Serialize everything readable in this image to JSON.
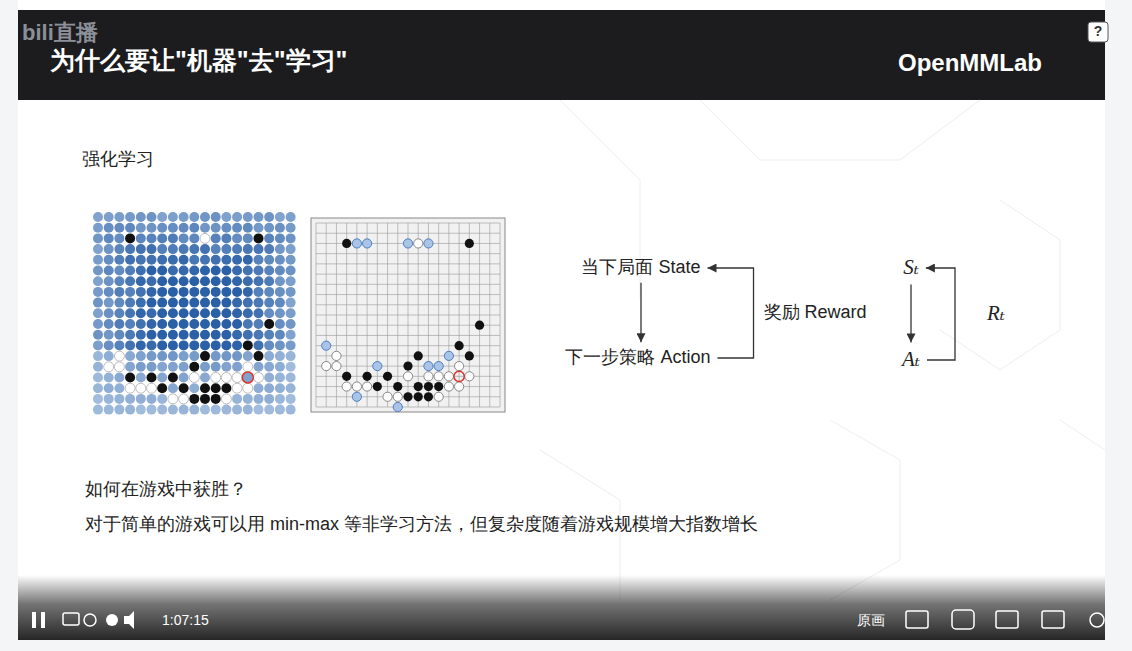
{
  "diagram": {
    "title": "为什么要让\"机器\"去\"学习\"",
    "nodes": [
      {
        "text": [
          "当下局面 State"
        ]
      },
      {
        "text": [
          "下一步策略 Action"
        ]
      },
      {
        "text": [
          "Sₜ"
        ]
      },
      {
        "text": [
          "Aₜ"
        ]
      }
    ],
    "edges": [
      {
        "from": 0,
        "to": 1,
        "arrow": "to"
      },
      {
        "from": 1,
        "to": 0,
        "label": "奖励 Reward",
        "arrow": "to"
      },
      {
        "from": 2,
        "to": 3,
        "arrow": "to"
      },
      {
        "from": 3,
        "to": 2,
        "label": "Rₜ",
        "arrow": "to"
      }
    ],
    "labels": [
      "bili直播",
      "OpenMMLab",
      "?",
      "强化学习",
      "如何在游戏中获胜？",
      "对于简单的游戏可以用 min-max 等非学习方法，但复杂度随着游戏规模增大指数增长",
      "1:07:15",
      "原画"
    ]
  }
}
